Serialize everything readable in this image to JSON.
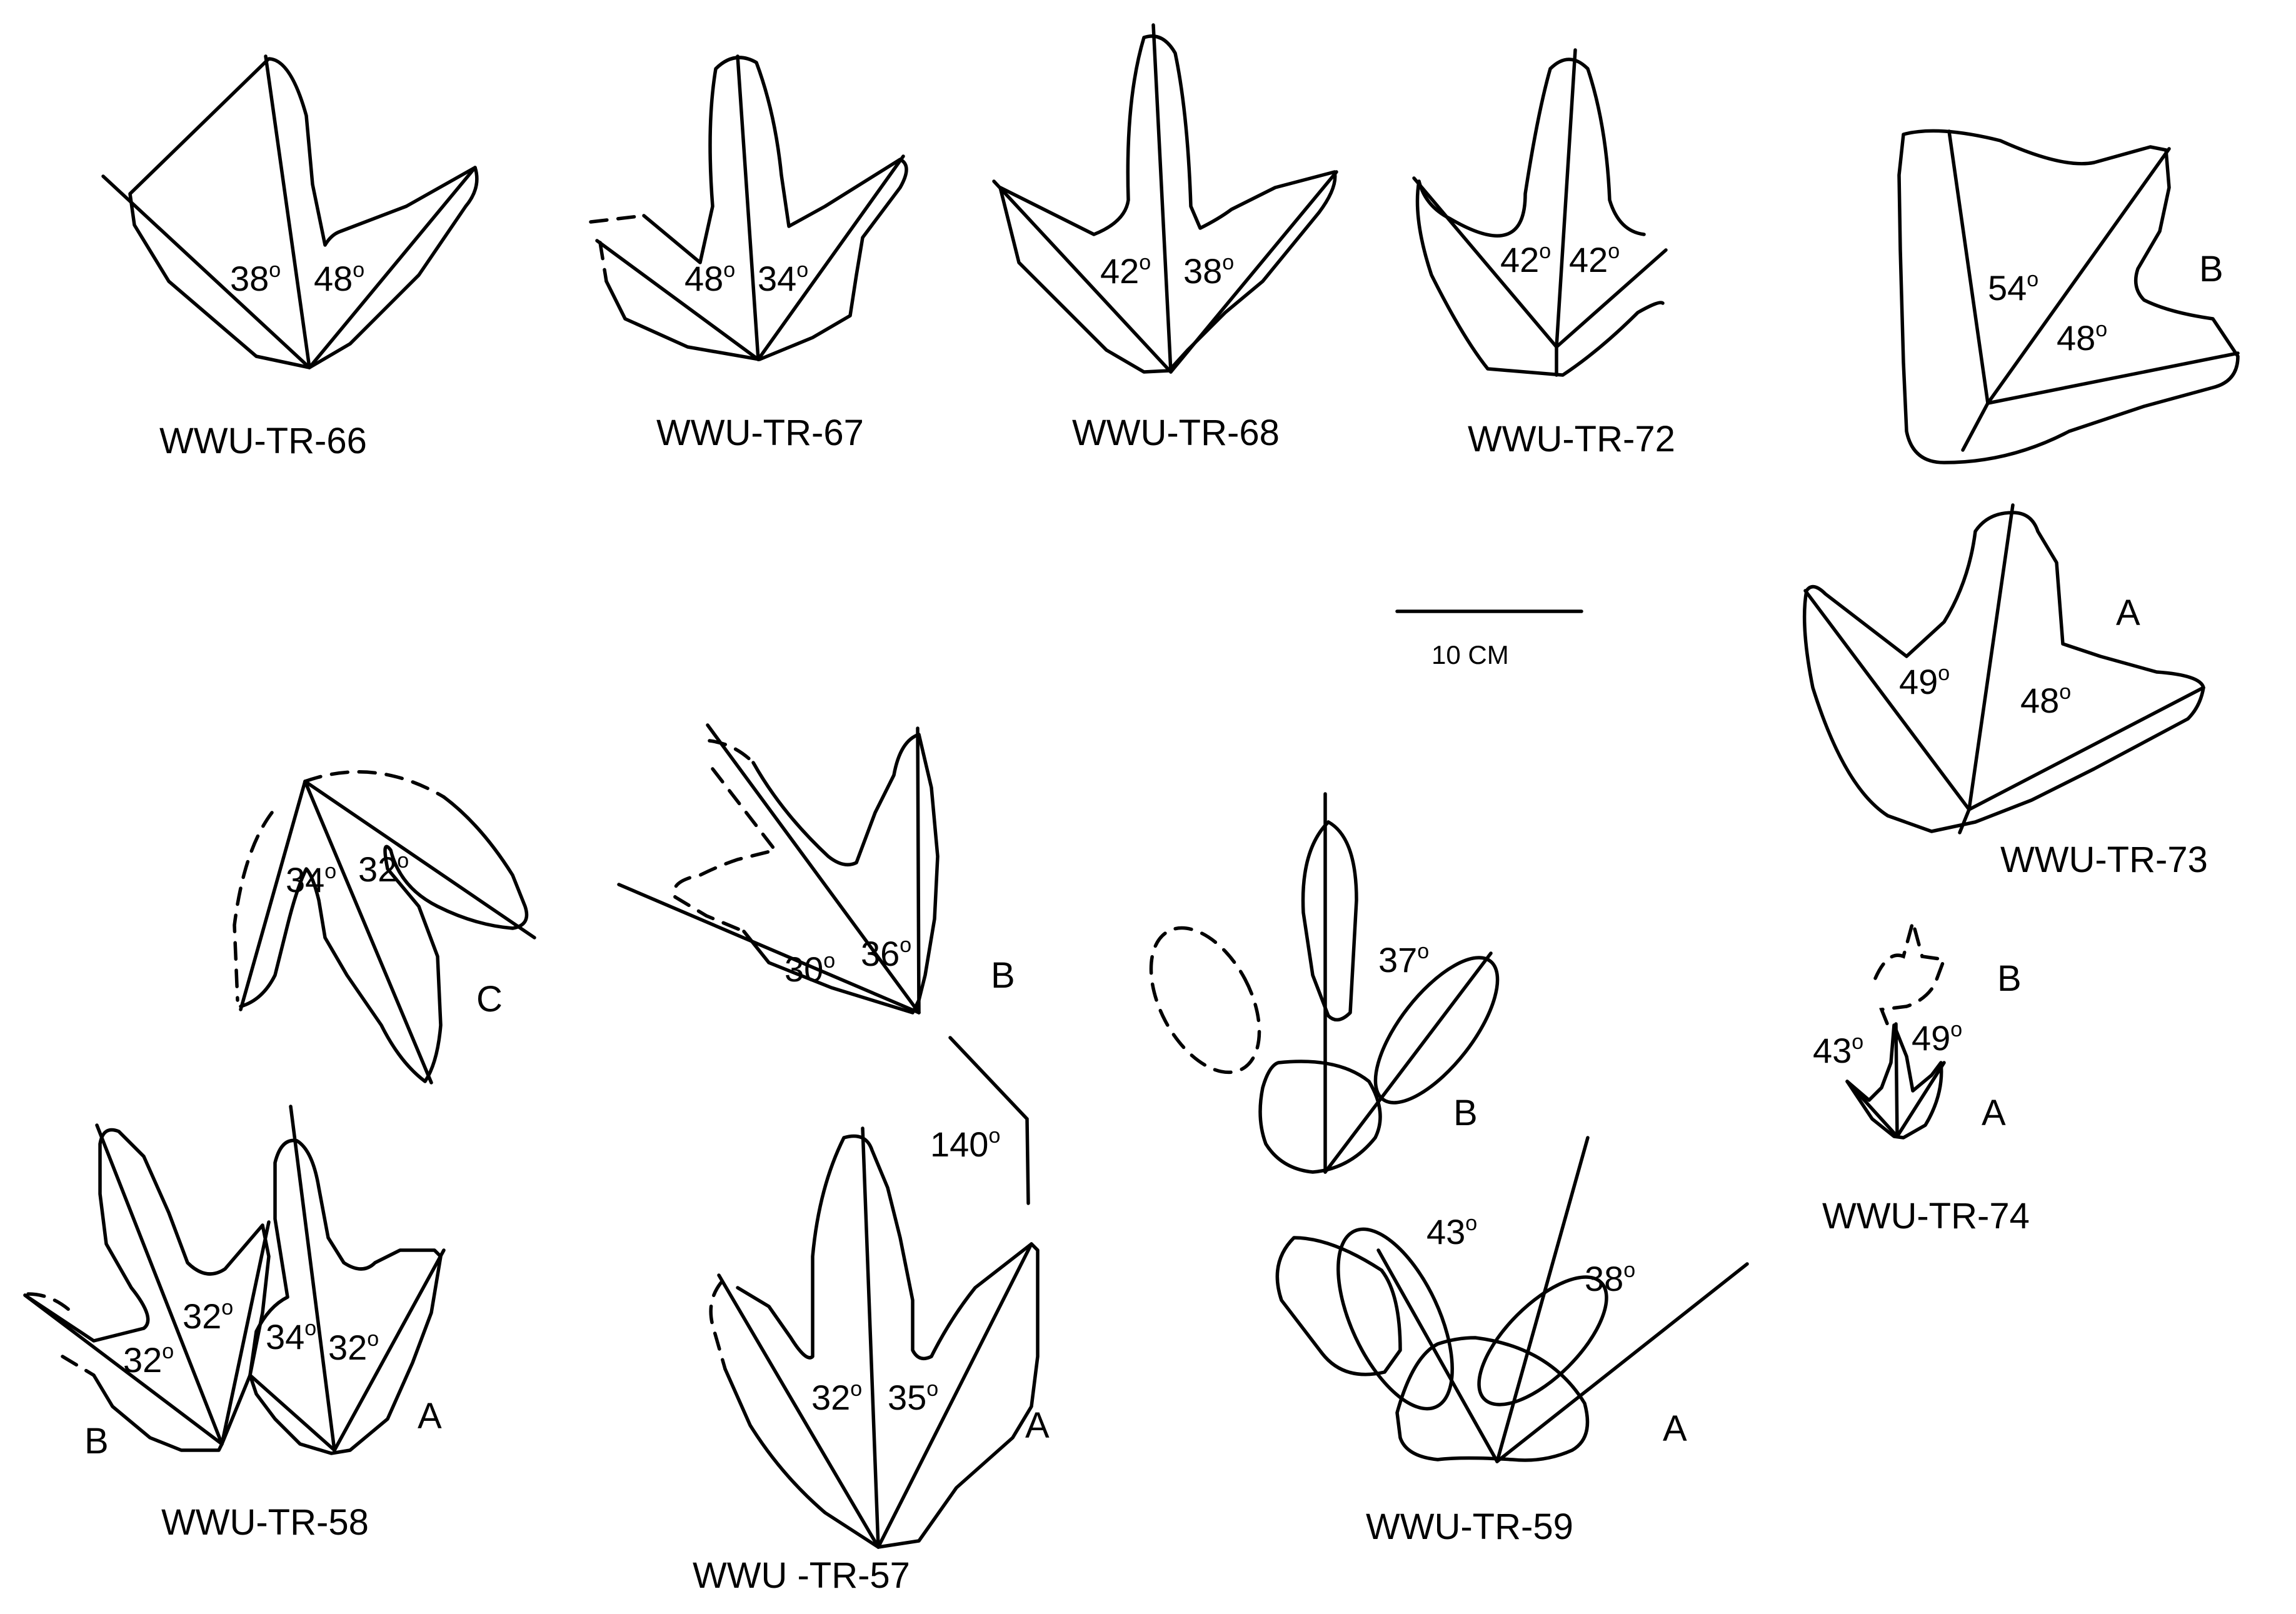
{
  "specimens": {
    "tr66": {
      "label": "WWU-TR-66",
      "angle_left": "38",
      "angle_right": "48"
    },
    "tr67": {
      "label": "WWU-TR-67",
      "angle_left": "48",
      "angle_right": "34"
    },
    "tr68": {
      "label": "WWU-TR-68",
      "angle_left": "42",
      "angle_right": "38"
    },
    "tr72": {
      "label": "WWU-TR-72",
      "angle_left": "42",
      "angle_right": "42"
    },
    "tr73": {
      "label": "WWU-TR-73",
      "B": {
        "letter": "B",
        "angle_left": "54",
        "angle_right": "48"
      },
      "A": {
        "letter": "A",
        "angle_left": "49",
        "angle_right": "48"
      }
    },
    "tr74": {
      "label": "WWU-TR-74",
      "letter_B": "B",
      "letter_A": "A",
      "angle_left": "43",
      "angle_right": "49"
    },
    "tr58": {
      "label": "WWU-TR-58",
      "C": {
        "letter": "C",
        "angle_left": "34",
        "angle_right": "32"
      },
      "B": {
        "letter": "B",
        "angle_left": "32",
        "angle_right": "32"
      },
      "A": {
        "letter": "A",
        "angle_left": "34",
        "angle_right": "32"
      }
    },
    "tr57": {
      "label": "WWU -TR-57",
      "B": {
        "letter": "B",
        "angle_left": "30",
        "angle_right": "36"
      },
      "step_angle": "140",
      "A": {
        "letter": "A",
        "angle_left": "32",
        "angle_right": "35"
      }
    },
    "tr59": {
      "label": "WWU-TR-59",
      "B": {
        "letter": "B",
        "angle_right": "37"
      },
      "A": {
        "letter": "A",
        "angle_left": "43",
        "angle_right": "38"
      }
    }
  },
  "degree_mark": "o",
  "scale_bar": {
    "label": "10 CM"
  }
}
